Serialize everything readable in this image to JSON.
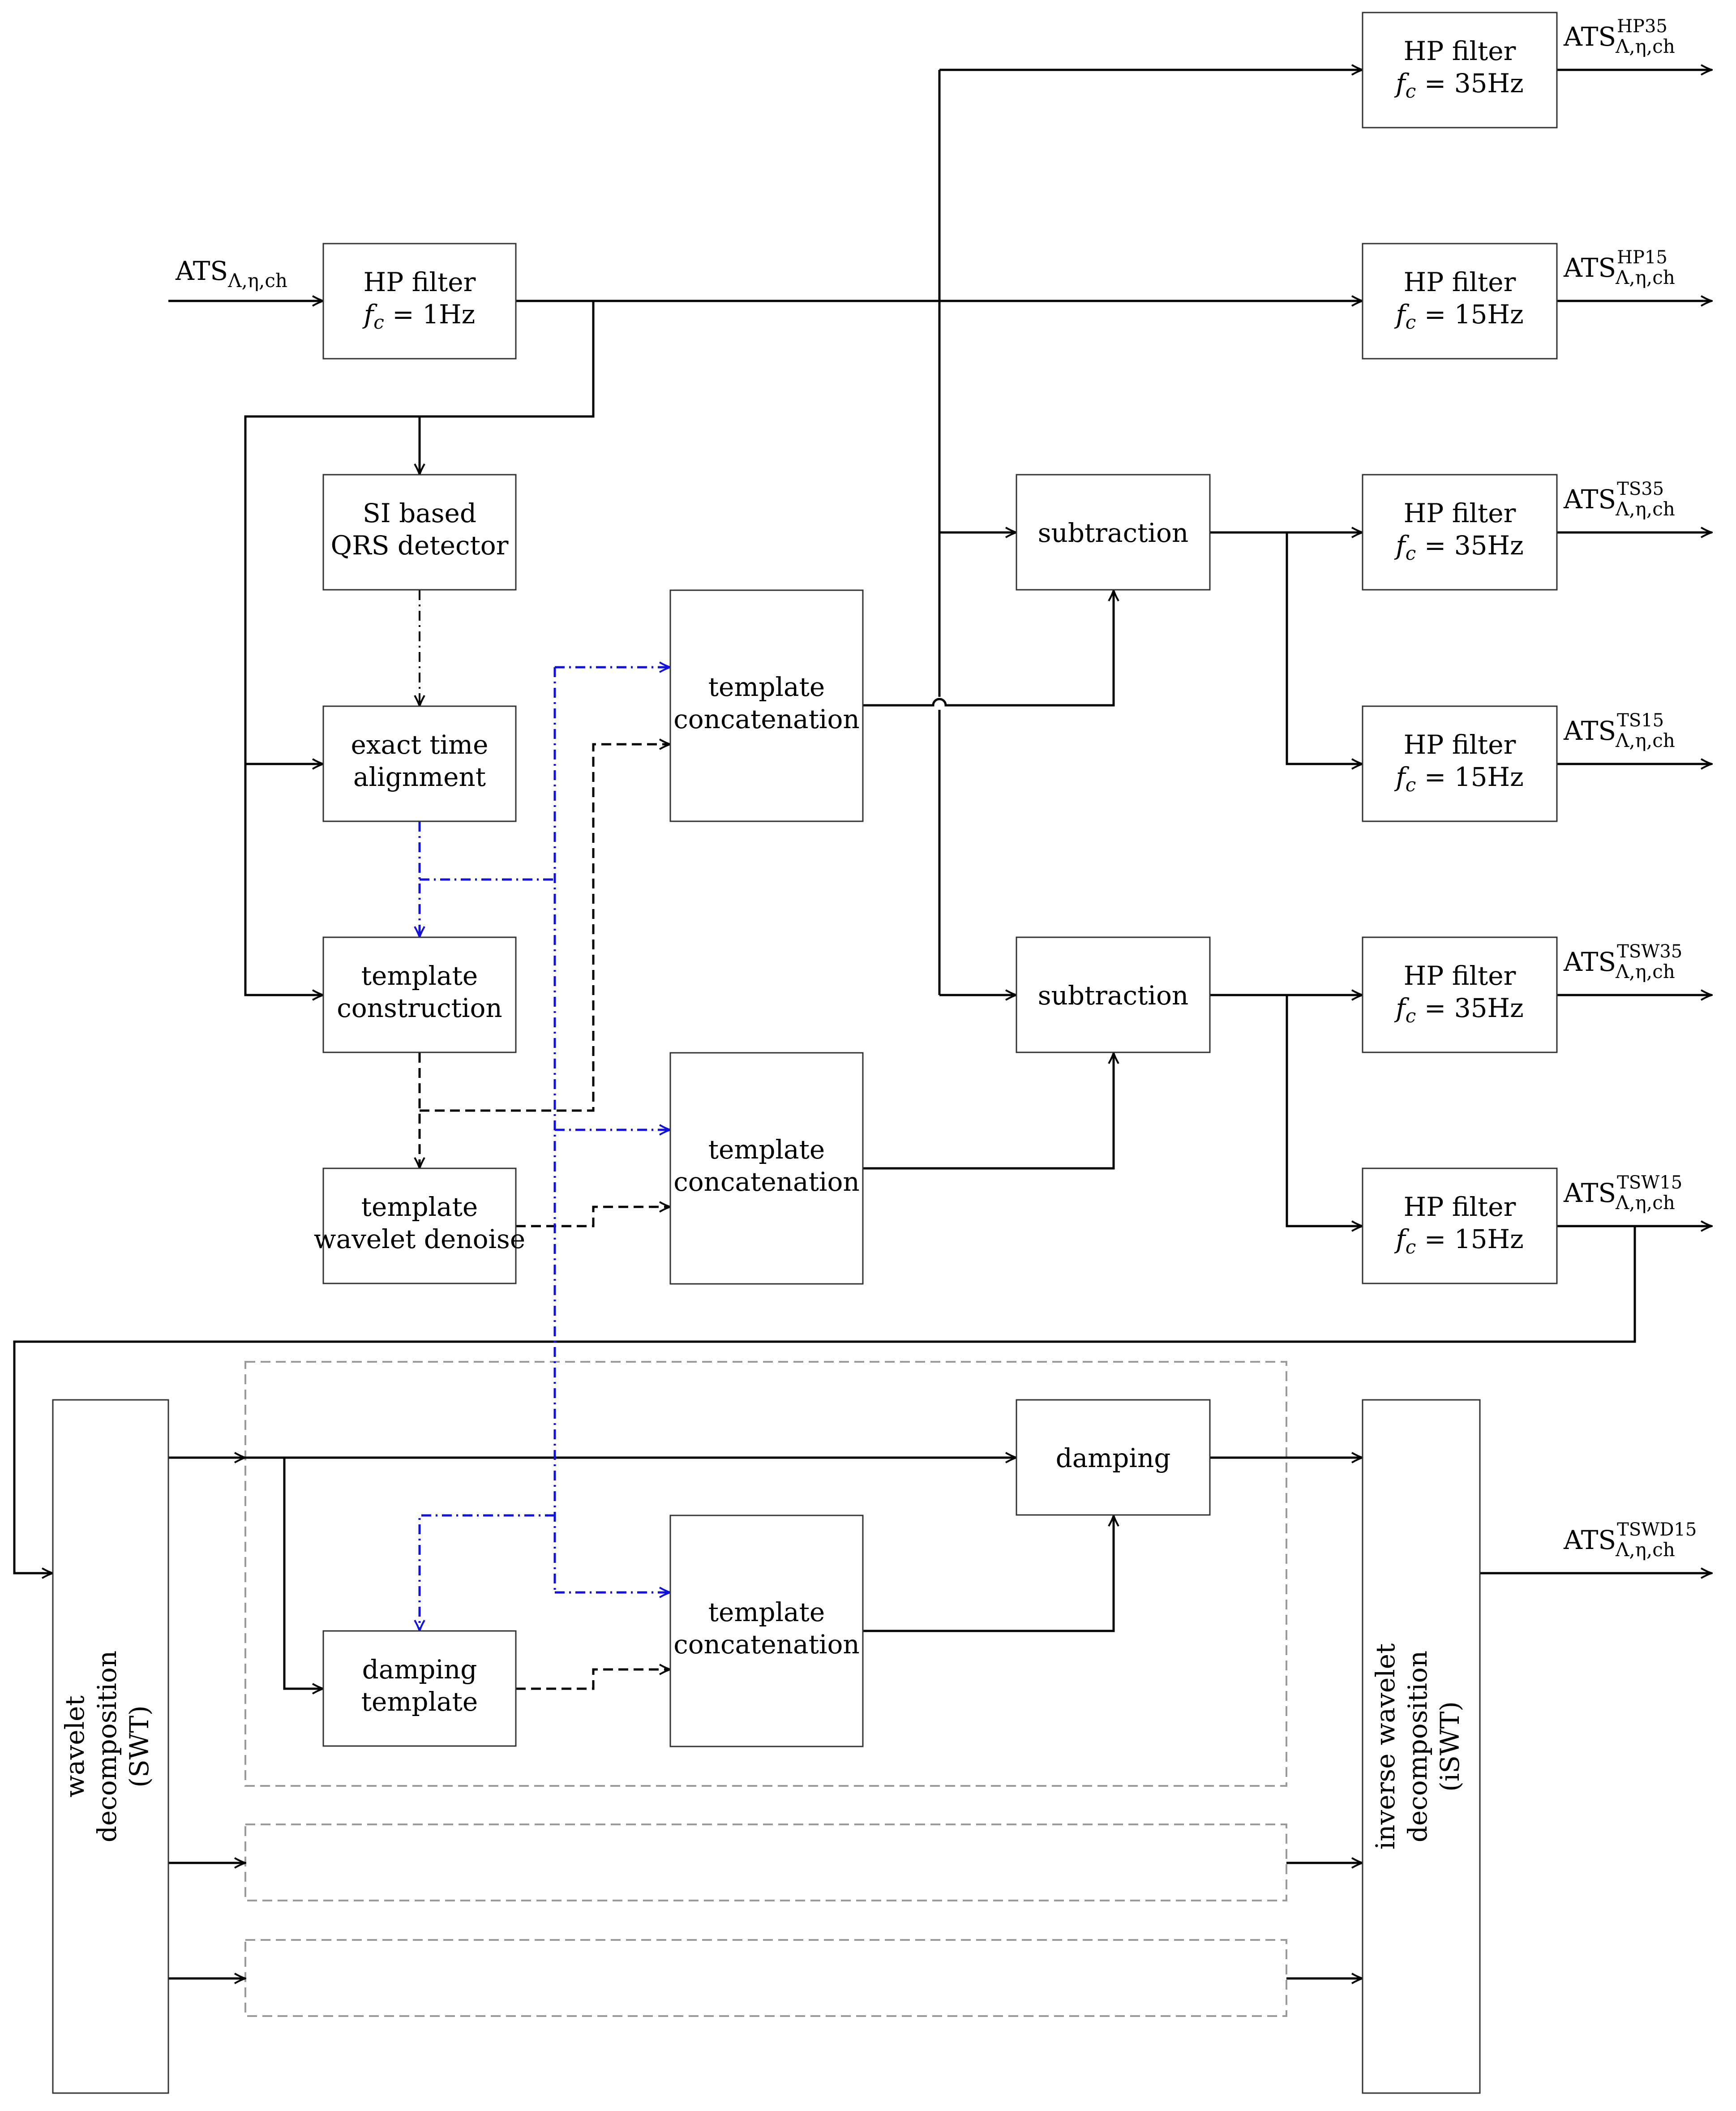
{
  "input_label": {
    "main": "ATS",
    "sub": "Λ,η,ch"
  },
  "blocks": {
    "hp1": {
      "line1": "HP filter",
      "line2_var": "f",
      "line2_sub": "c",
      "line2_rest": " = 1Hz"
    },
    "hp35a": {
      "line1": "HP filter",
      "line2_var": "f",
      "line2_sub": "c",
      "line2_rest": " = 35Hz"
    },
    "hp15a": {
      "line1": "HP filter",
      "line2_var": "f",
      "line2_sub": "c",
      "line2_rest": " = 15Hz"
    },
    "hp35b": {
      "line1": "HP filter",
      "line2_var": "f",
      "line2_sub": "c",
      "line2_rest": " = 35Hz"
    },
    "hp15b": {
      "line1": "HP filter",
      "line2_var": "f",
      "line2_sub": "c",
      "line2_rest": " = 15Hz"
    },
    "hp35c": {
      "line1": "HP filter",
      "line2_var": "f",
      "line2_sub": "c",
      "line2_rest": " = 35Hz"
    },
    "hp15c": {
      "line1": "HP filter",
      "line2_var": "f",
      "line2_sub": "c",
      "line2_rest": " = 15Hz"
    },
    "qrs": {
      "line1": "SI based",
      "line2": "QRS detector"
    },
    "align": {
      "line1": "exact time",
      "line2": "alignment"
    },
    "construct": {
      "line1": "template",
      "line2": "construction"
    },
    "denoise": {
      "line1": "template",
      "line2": "wavelet denoise"
    },
    "concat1": {
      "line1": "template",
      "line2": "concatenation"
    },
    "concat2": {
      "line1": "template",
      "line2": "concatenation"
    },
    "concat3": {
      "line1": "template",
      "line2": "concatenation"
    },
    "sub1": {
      "line1": "subtraction"
    },
    "sub2": {
      "line1": "subtraction"
    },
    "damping": {
      "line1": "damping"
    },
    "damp_tpl": {
      "line1": "damping",
      "line2": "template"
    },
    "swt": {
      "line1": "wavelet",
      "line2": "decomposition",
      "line3": "(SWT)"
    },
    "iswt": {
      "line1": "inverse wavelet",
      "line2": "decomposition",
      "line3": "(iSWT)"
    }
  },
  "outputs": [
    {
      "main": "ATS",
      "sup": "HP35",
      "sub": "Λ,η,ch"
    },
    {
      "main": "ATS",
      "sup": "HP15",
      "sub": "Λ,η,ch"
    },
    {
      "main": "ATS",
      "sup": "TS35",
      "sub": "Λ,η,ch"
    },
    {
      "main": "ATS",
      "sup": "TS15",
      "sub": "Λ,η,ch"
    },
    {
      "main": "ATS",
      "sup": "TSW35",
      "sub": "Λ,η,ch"
    },
    {
      "main": "ATS",
      "sup": "TSW15",
      "sub": "Λ,η,ch"
    },
    {
      "main": "ATS",
      "sup": "TSWD15",
      "sub": "Λ,η,ch"
    }
  ],
  "colors": {
    "line": "#000000",
    "box_stroke": "#333333",
    "blue_path": "#1010e0",
    "group_box": "#9a9a9a"
  }
}
